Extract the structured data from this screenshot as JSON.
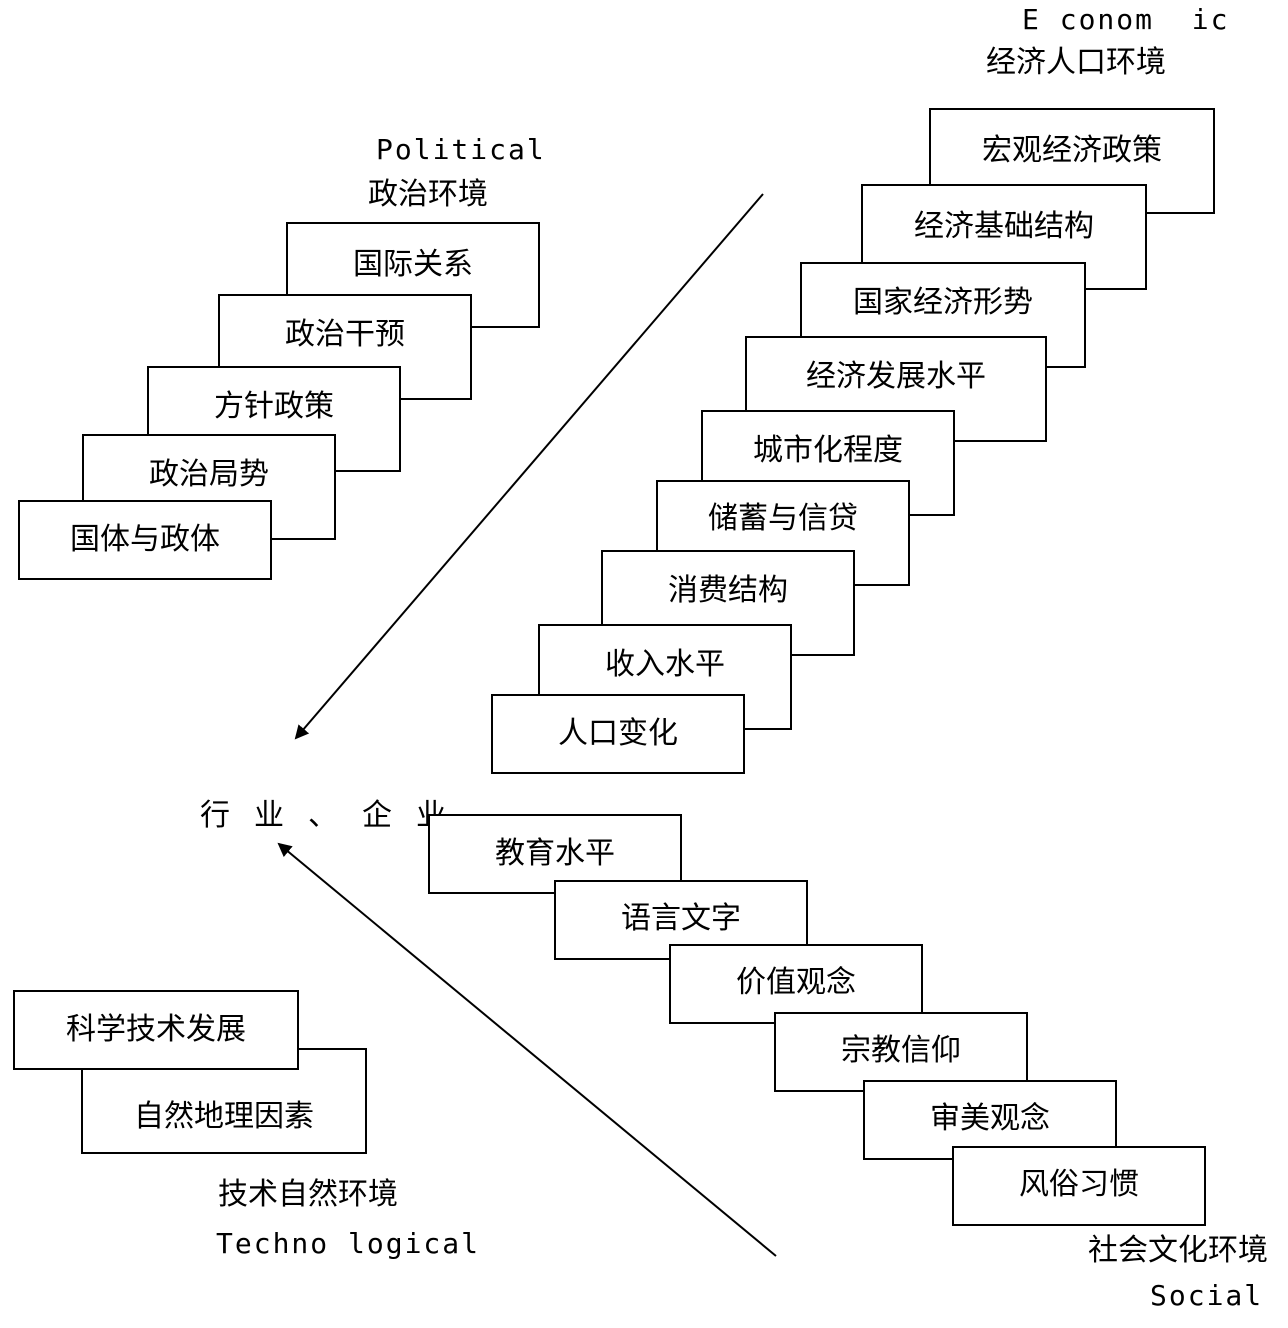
{
  "political": {
    "en": "Political",
    "zh": "政治环境",
    "items": [
      "国际关系",
      "政治干预",
      "方针政策",
      "政治局势",
      "国体与政体"
    ]
  },
  "economic": {
    "en": "E conom  ic",
    "zh": "经济人口环境",
    "items": [
      "宏观经济政策",
      "经济基础结构",
      "国家经济形势",
      "经济发展水平",
      "城市化程度",
      "储蓄与信贷",
      "消费结构",
      "收入水平",
      "人口变化"
    ]
  },
  "social": {
    "en": "Social",
    "zh": "社会文化环境",
    "items": [
      "教育水平",
      "语言文字",
      "价值观念",
      "宗教信仰",
      "审美观念",
      "风俗习惯"
    ]
  },
  "technological": {
    "en": "Techno logical",
    "zh": "技术自然环境",
    "items": [
      "科学技术发展",
      "自然地理因素"
    ]
  },
  "center": {
    "label": "行业、企业"
  }
}
